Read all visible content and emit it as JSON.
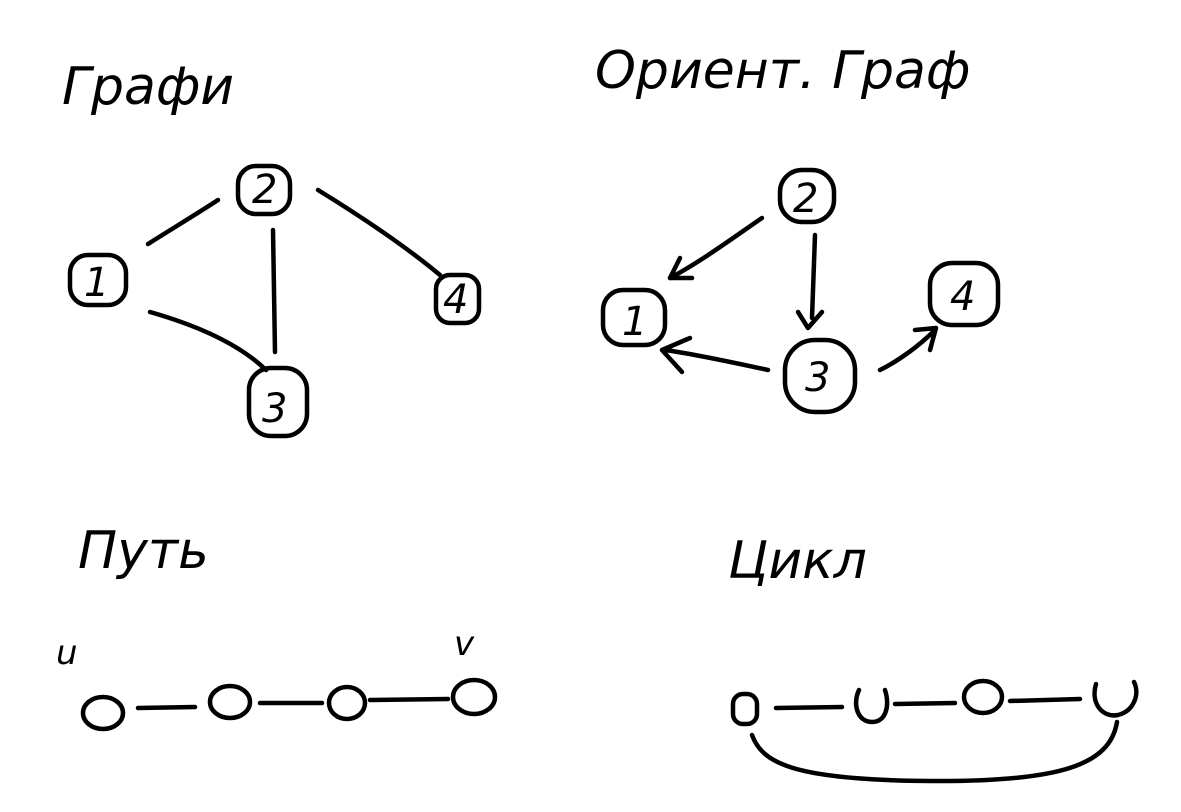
{
  "colors": {
    "ink": "#000000",
    "background": "#ffffff"
  },
  "sections": {
    "graph": {
      "title": "Графи",
      "vertices": [
        "1",
        "2",
        "3",
        "4"
      ],
      "edges": [
        [
          "1",
          "2"
        ],
        [
          "2",
          "3"
        ],
        [
          "1",
          "3"
        ],
        [
          "2",
          "4"
        ]
      ]
    },
    "digraph": {
      "title": "Ориент. Граф",
      "vertices": [
        "1",
        "2",
        "3",
        "4"
      ],
      "arcs": [
        [
          "2",
          "1"
        ],
        [
          "2",
          "3"
        ],
        [
          "3",
          "1"
        ],
        [
          "3",
          "4"
        ]
      ]
    },
    "path": {
      "title": "Путь",
      "start_label": "u",
      "end_label": "v",
      "node_count": 4
    },
    "cycle": {
      "title": "Цикл",
      "node_count": 4
    }
  }
}
